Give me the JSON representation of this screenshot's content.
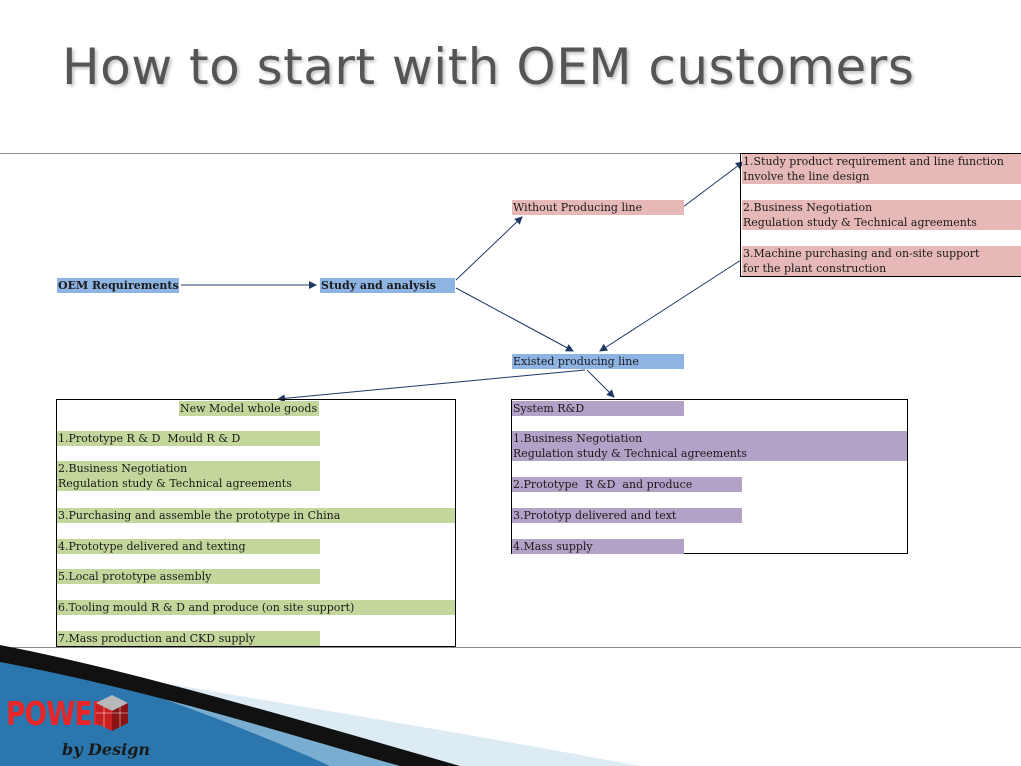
{
  "slide": {
    "title": "How to start with OEM customers"
  },
  "flow": {
    "oem_requirements": "OEM Requirements",
    "study_analysis": "Study and analysis",
    "without_line": "Without Producing line",
    "existed_line": "Existed producing line"
  },
  "without_steps": [
    "1.Study product requirement and line function\nInvolve the line design",
    "2.Business Negotiation\nRegulation study & Technical agreements",
    "3.Machine purchasing and on-site support\nfor the plant construction"
  ],
  "new_model": {
    "header": "New Model whole goods",
    "steps": [
      "1.Prototype R & D  Mould R & D",
      "2.Business Negotiation\nRegulation study & Technical agreements",
      "3.Purchasing and assemble the prototype in China",
      "4.Prototype delivered and texting",
      "5.Local prototype assembly",
      "6.Tooling mould R & D and produce (on site support)",
      "7.Mass production and CKD supply"
    ]
  },
  "system_rd": {
    "header": "System R&D",
    "steps": [
      "1.Business Negotiation\nRegulation study & Technical agreements",
      "2.Prototype  R &D  and produce",
      "3.Prototyp delivered and text",
      "4.Mass supply"
    ]
  },
  "logo": {
    "brand": "POWER",
    "tagline": "by Design"
  },
  "colors": {
    "blue": "#8eb4e3",
    "pink": "#e6b9b8",
    "green": "#c3d69b",
    "purple": "#b3a2c7",
    "arrow": "#1f3864",
    "logo_red": "#e8262a"
  }
}
